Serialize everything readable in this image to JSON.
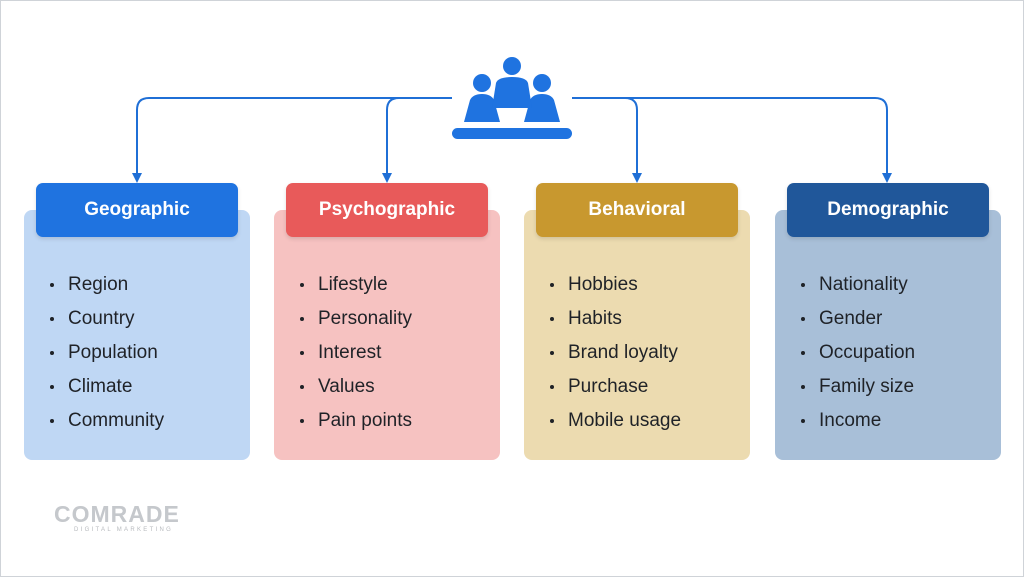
{
  "colors": {
    "connector": "#1f6fd6",
    "icon": "#1f73e0"
  },
  "center_icon": "people-group-icon",
  "categories": [
    {
      "title": "Geographic",
      "header_color": "#1f73e0",
      "body_color": "#bfd7f4",
      "items": [
        "Region",
        "Country",
        "Population",
        "Climate",
        "Community"
      ]
    },
    {
      "title": "Psychographic",
      "header_color": "#e85a5a",
      "body_color": "#f6c2c1",
      "items": [
        "Lifestyle",
        "Personality",
        "Interest",
        "Values",
        "Pain points"
      ]
    },
    {
      "title": "Behavioral",
      "header_color": "#c8982f",
      "body_color": "#ecdbb0",
      "items": [
        "Hobbies",
        "Habits",
        "Brand loyalty",
        "Purchase",
        "Mobile usage"
      ]
    },
    {
      "title": "Demographic",
      "header_color": "#20579a",
      "body_color": "#a8bfd8",
      "items": [
        "Nationality",
        "Gender",
        "Occupation",
        "Family size",
        "Income"
      ]
    }
  ],
  "logo": {
    "name": "COMRADE",
    "tagline": "DIGITAL MARKETING"
  }
}
